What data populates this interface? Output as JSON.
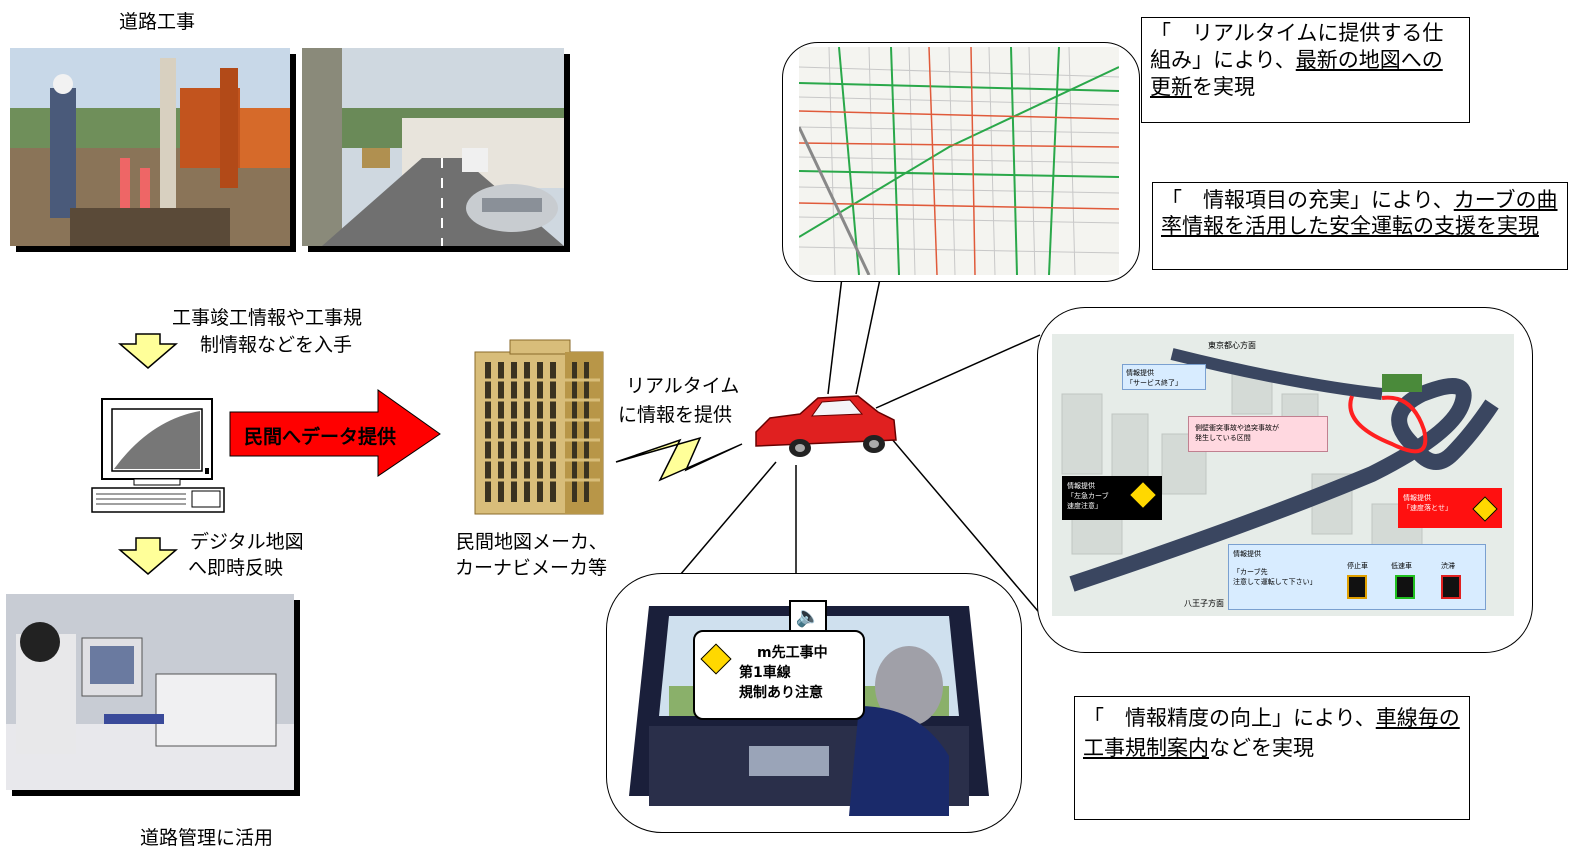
{
  "labels": {
    "road_work": "道路工事",
    "info_acquire_l1": "工事竣工情報や工事規",
    "info_acquire_l2": "制情報などを入手",
    "arrow_text": "民間へデータ提供",
    "map_reflect_l1": "デジタル地図",
    "map_reflect_l2": "へ即時反映",
    "road_management": "道路管理に活用",
    "makers_l1": "民間地図メーカ、",
    "makers_l2": "カーナビメーカ等",
    "realtime_l1": "リアルタイム",
    "realtime_l2": "に情報を提供"
  },
  "boxes": {
    "box1": {
      "prefix": "「　リアルタイムに提供する仕組み」により、",
      "link": "最新の地図への更新",
      "suffix": "を実現"
    },
    "box2": {
      "prefix": "「　情報項目の充実」により、",
      "link": "カーブの曲率情報を活用した安全運転の支援を実現",
      "suffix": ""
    },
    "box3": {
      "prefix": "「　情報精度の向上」により、",
      "link": "車線毎の工事規制案内",
      "suffix": "などを実現"
    }
  },
  "navi_sign": {
    "line1": "m先工事中",
    "line2": "第1車線",
    "line3": "規制あり注意"
  },
  "curve_panel": {
    "top_label": "東京都心方面",
    "bottom_label": "八王子方面",
    "callout1_l1": "情報提供",
    "callout1_l2": "「サービス終了」",
    "callout2_l1": "側壁衝突事故や追突事故が",
    "callout2_l2": "発生している区間",
    "callout3_l1": "情報提供",
    "callout3_l2": "「左急カーブ",
    "callout3_l3": "速度注意」",
    "callout4_l1": "情報提供",
    "callout4_l2": "「速度落とせ」",
    "callout5_l1": "情報提供",
    "callout5_l2": "「カーブ先",
    "callout5_l3": "注意して運転して下さい」",
    "legend_stop": "停止車",
    "legend_slow": "低速車",
    "legend_jam": "渋滞"
  }
}
